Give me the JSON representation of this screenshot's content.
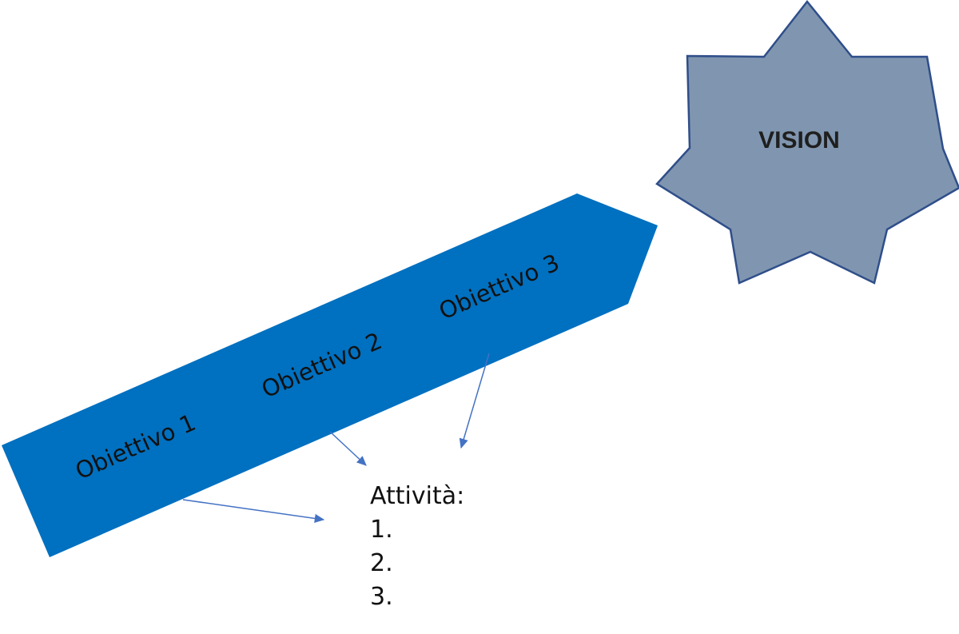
{
  "vision": {
    "label": "VISION",
    "fill_color": "#8096b0",
    "stroke_color": "#2f4e8a"
  },
  "arrow": {
    "fill_color": "#0070c0",
    "objectives": [
      {
        "label": "Obiettivo 1"
      },
      {
        "label": "Obiettivo  2"
      },
      {
        "label": "Obiettivo 3"
      }
    ]
  },
  "activities": {
    "heading": "Attività:",
    "items": [
      "1.",
      "2.",
      "3."
    ]
  },
  "connector_color": "#4472c4"
}
